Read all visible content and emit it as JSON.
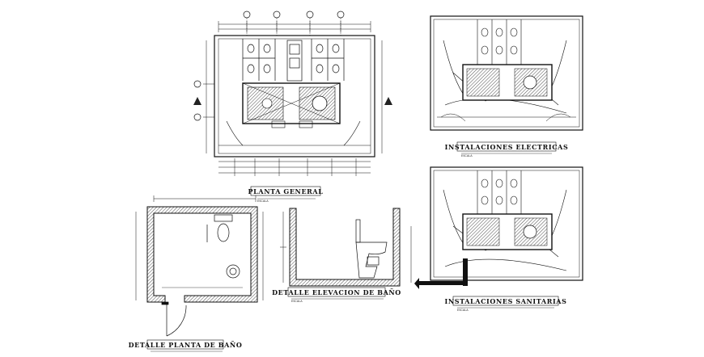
{
  "labels": {
    "planta_general": "PLANTA GENERAL",
    "instalaciones_electricas": "INSTALACIONES ELECTRICAS",
    "detalle_planta_bano": "DETALLE PLANTA DE BAÑO",
    "detalle_elevacion_bano": "DETALLE ELEVACION DE BAÑO",
    "instalaciones_sanitarias": "INSTALACIONES SANITARIAS"
  },
  "scale_labels": {
    "escala": "ESCALA"
  },
  "colors": {
    "ink": "#111111",
    "background": "#ffffff"
  }
}
